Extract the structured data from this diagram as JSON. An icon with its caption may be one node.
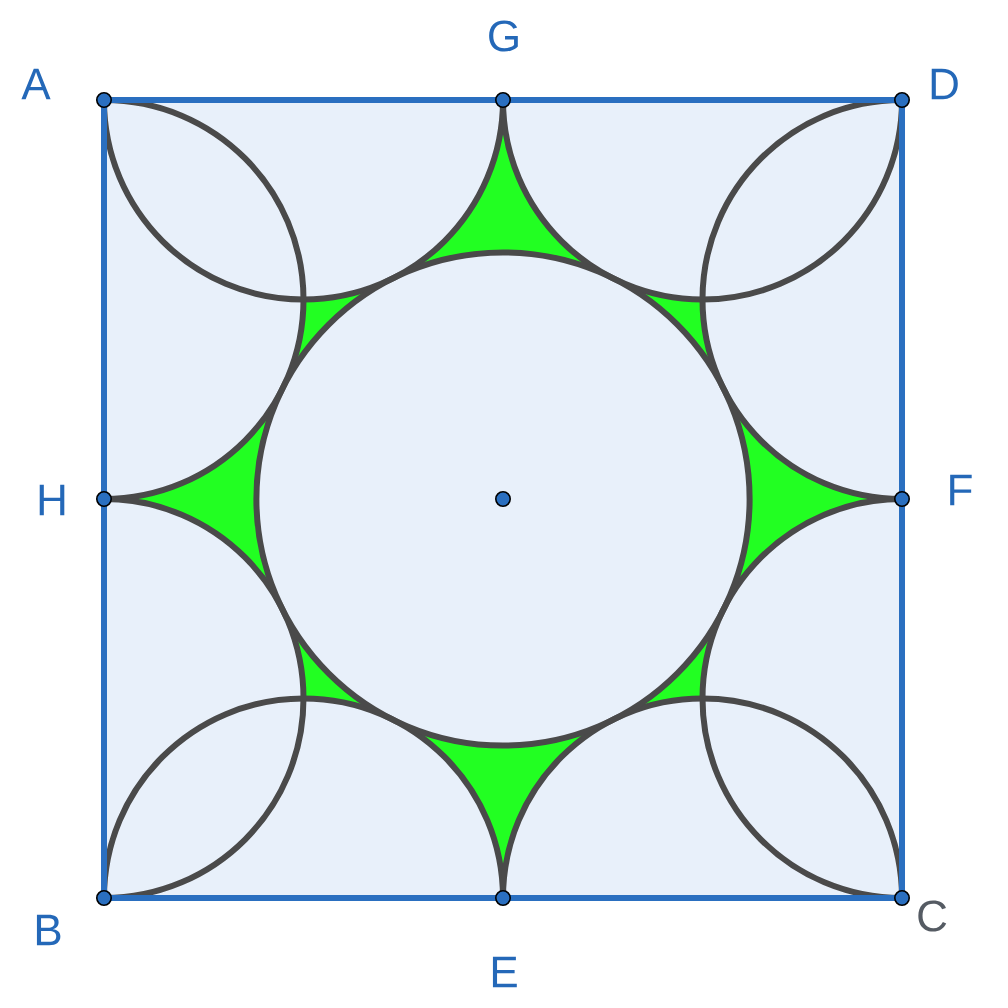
{
  "diagram": {
    "labels": [
      "A",
      "G",
      "D",
      "H",
      "F",
      "B",
      "E",
      "C"
    ]
  }
}
